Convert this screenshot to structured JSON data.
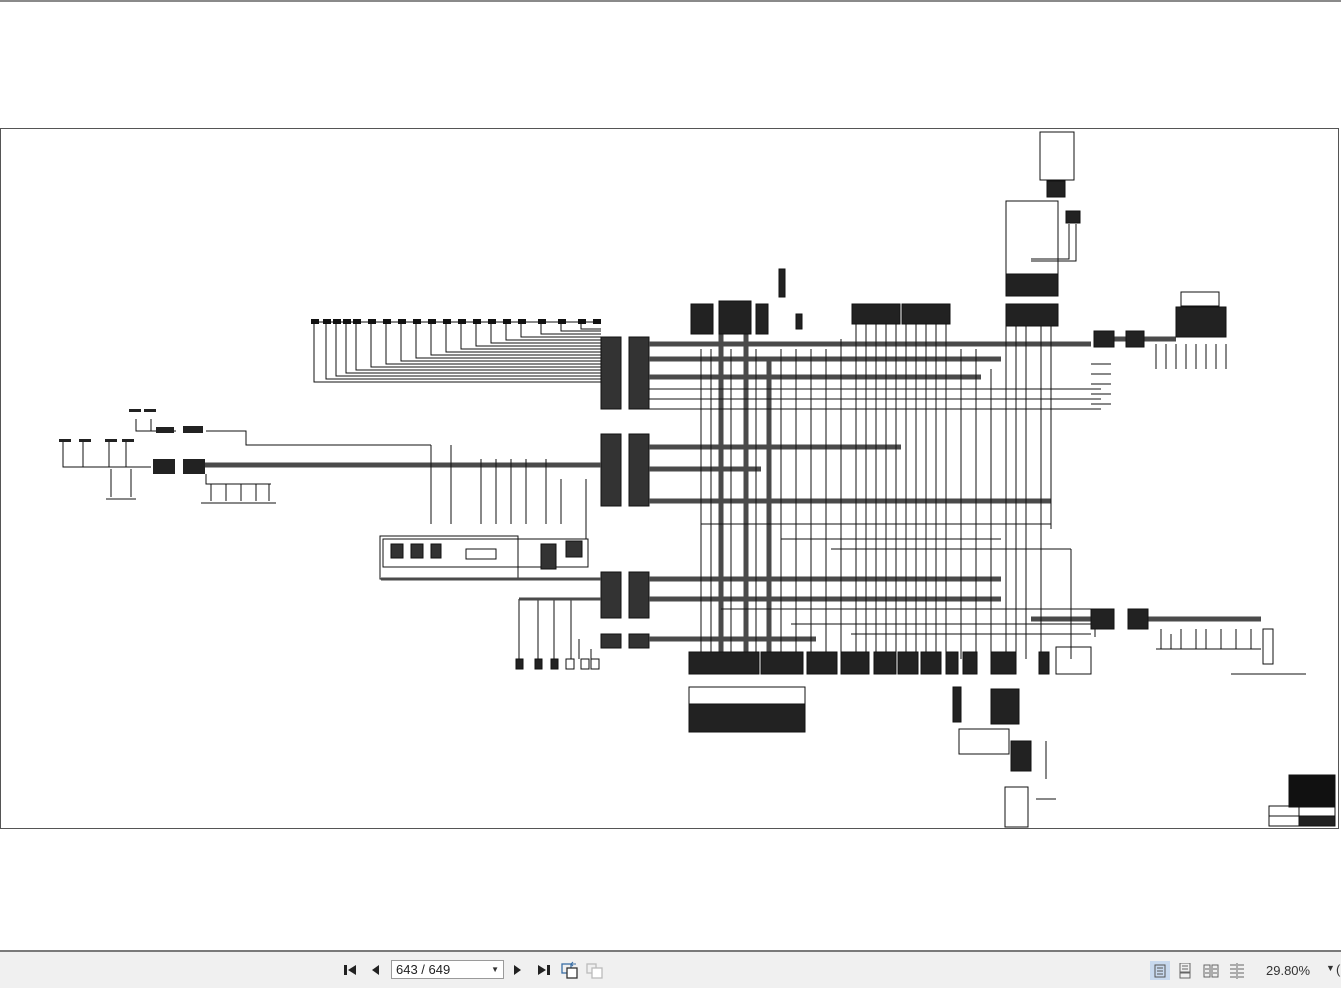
{
  "document": {
    "type": "electrical wiring schematic",
    "page_current": 643,
    "page_total": 649
  },
  "toolbar": {
    "first_page_label": "First page",
    "prev_page_label": "Previous page",
    "page_indicator": "643 / 649",
    "next_page_label": "Next page",
    "last_page_label": "Last page",
    "prev_view_label": "Previous view",
    "next_view_label": "Next view",
    "view_modes": [
      {
        "name": "single-page",
        "active": true
      },
      {
        "name": "continuous",
        "active": false
      },
      {
        "name": "facing",
        "active": false
      },
      {
        "name": "continuous-facing",
        "active": false
      }
    ],
    "zoom_level": "29.80%",
    "zoom_dropdown_icon": "chevron-down-icon"
  },
  "colors": {
    "ink": "#111111",
    "harness": "#4a4a4a",
    "toolbar_bg": "#f0f0f0",
    "active_view": "#c8d9ee",
    "page_border": "#555555"
  }
}
